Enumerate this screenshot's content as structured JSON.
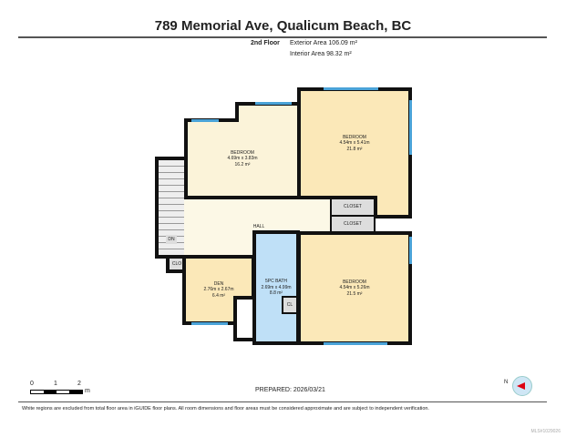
{
  "title": "789 Memorial Ave, Qualicum Beach, BC",
  "floor": {
    "name": "2nd Floor",
    "exterior_area": "Exterior Area 106.09 m²",
    "interior_area": "Interior Area 98.32 m²"
  },
  "rooms": [
    {
      "name": "BEDROOM",
      "dims": "4.69m x 3.83m",
      "area": "16.2 m²"
    },
    {
      "name": "BEDROOM",
      "dims": "4.54m x 5.41m",
      "area": "21.8 m²"
    },
    {
      "name": "BEDROOM",
      "dims": "4.54m x 5.26m",
      "area": "21.5 m²"
    },
    {
      "name": "DEN",
      "dims": "2.76m x 2.67m",
      "area": "6.4 m²"
    },
    {
      "name": "5PC BATH",
      "dims": "2.69m x 4.99m",
      "area": "8.8 m²"
    }
  ],
  "labels": {
    "hall": "HALL",
    "closet1": "CLOSET",
    "closet2": "CLOSET",
    "clo": "CLO",
    "cl": "CL",
    "dn": "DN"
  },
  "scale": {
    "t0": "0",
    "t1": "1",
    "t2": "2",
    "unit": "m"
  },
  "prepared": "PREPARED: 2026/03/21",
  "compass": "N",
  "disclaimer": "White regions are excluded from total floor area in iGUIDE floor plans. All room dimensions and floor areas must be considered approximate and are subject to independent verification.",
  "mls": "MLS#1029026"
}
